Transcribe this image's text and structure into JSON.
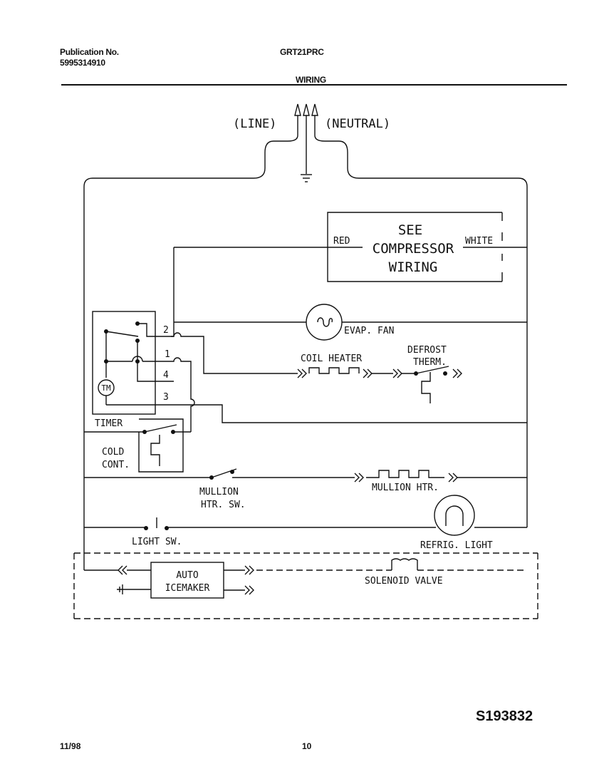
{
  "header": {
    "publication_label": "Publication No.",
    "publication_number": "5995314910",
    "model": "GRT21PRC",
    "section_title": "WIRING"
  },
  "diagram": {
    "line_label": "(LINE)",
    "neutral_label": "(NEUTRAL)",
    "compressor_box": {
      "line1": "SEE",
      "line2": "COMPRESSOR",
      "line3": "WIRING",
      "left_wire": "RED",
      "right_wire": "WHITE"
    },
    "evap_fan": "EVAP. FAN",
    "coil_heater": "COIL HEATER",
    "defrost_therm_line1": "DEFROST",
    "defrost_therm_line2": "THERM.",
    "timer": "TIMER",
    "timer_motor": "TM",
    "terminals": {
      "t1": "1",
      "t2": "2",
      "t3": "3",
      "t4": "4"
    },
    "cold_control_line1": "COLD",
    "cold_control_line2": "CONT.",
    "mullion_switch_line1": "MULLION",
    "mullion_switch_line2": "HTR. SW.",
    "mullion_heater": "MULLION HTR.",
    "light_switch": "LIGHT SW.",
    "refrig_light": "REFRIG. LIGHT",
    "icemaker_line1": "AUTO",
    "icemaker_line2": "ICEMAKER",
    "solenoid_valve": "SOLENOID VALVE"
  },
  "footer": {
    "date": "11/98",
    "page": "10",
    "drawing_number": "S193832"
  }
}
